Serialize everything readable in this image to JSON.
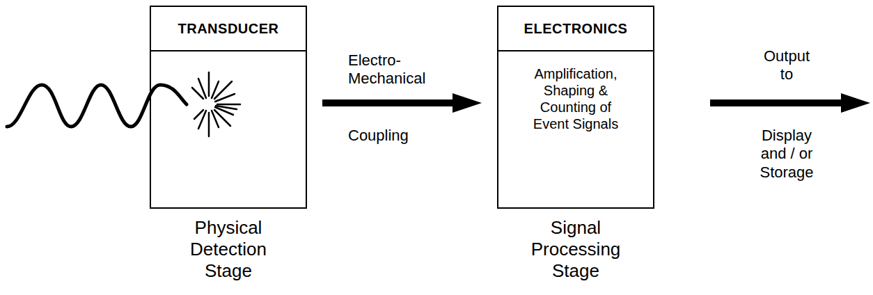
{
  "diagram": {
    "nodes": [
      {
        "text": [
          "TRANSDUCER",
          "Physical Detection Stage"
        ]
      },
      {
        "text": [
          "ELECTRONICS",
          "Amplification, Shaping & Counting of Event Signals",
          "Signal Processing Stage"
        ]
      }
    ],
    "edges": [
      {
        "from": 0,
        "to": 1,
        "arrow": "to"
      }
    ],
    "labels": [
      "Electro- Mechanical",
      "Coupling",
      "Output to",
      "Display and / or Storage"
    ]
  }
}
